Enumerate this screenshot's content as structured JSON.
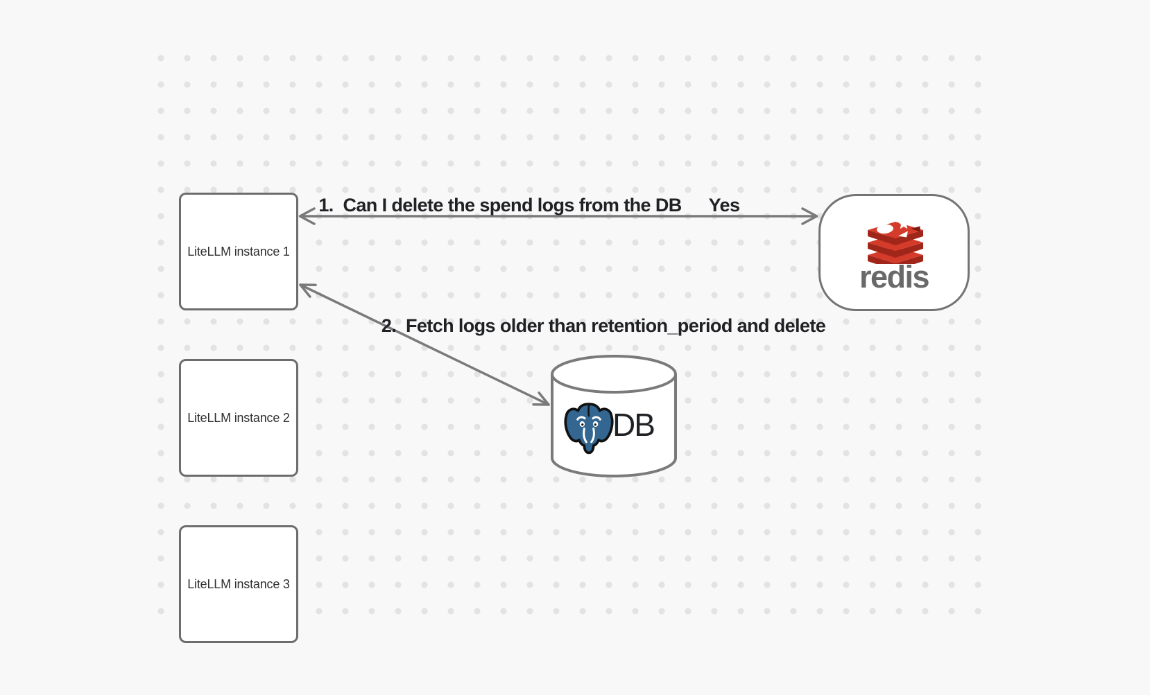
{
  "diagram": {
    "nodes": {
      "instance1": {
        "label": "LiteLLM instance 1"
      },
      "instance2": {
        "label": "LiteLLM instance 2"
      },
      "instance3": {
        "label": "LiteLLM instance 3"
      },
      "redis": {
        "wordmark": "redis",
        "icon": "redis-logo"
      },
      "db": {
        "label": "DB",
        "icon": "postgresql-elephant"
      }
    },
    "edges": {
      "redis_query": {
        "label": "1.  Can I delete the spend logs from the DB",
        "response": "Yes"
      },
      "db_fetch": {
        "label": "2.  Fetch logs older than retention_period and delete"
      }
    },
    "colors": {
      "background": "#f8f8f8",
      "grid_dot": "#e3e3e3",
      "stroke_gray": "#7a7a7a",
      "node_border_gray": "#6d6d6d",
      "text_dark": "#202125",
      "redis_red": "#d43b2a",
      "redis_red_dark": "#a1261a",
      "redis_wordmark_gray": "#696969",
      "postgres_blue": "#336791"
    }
  }
}
